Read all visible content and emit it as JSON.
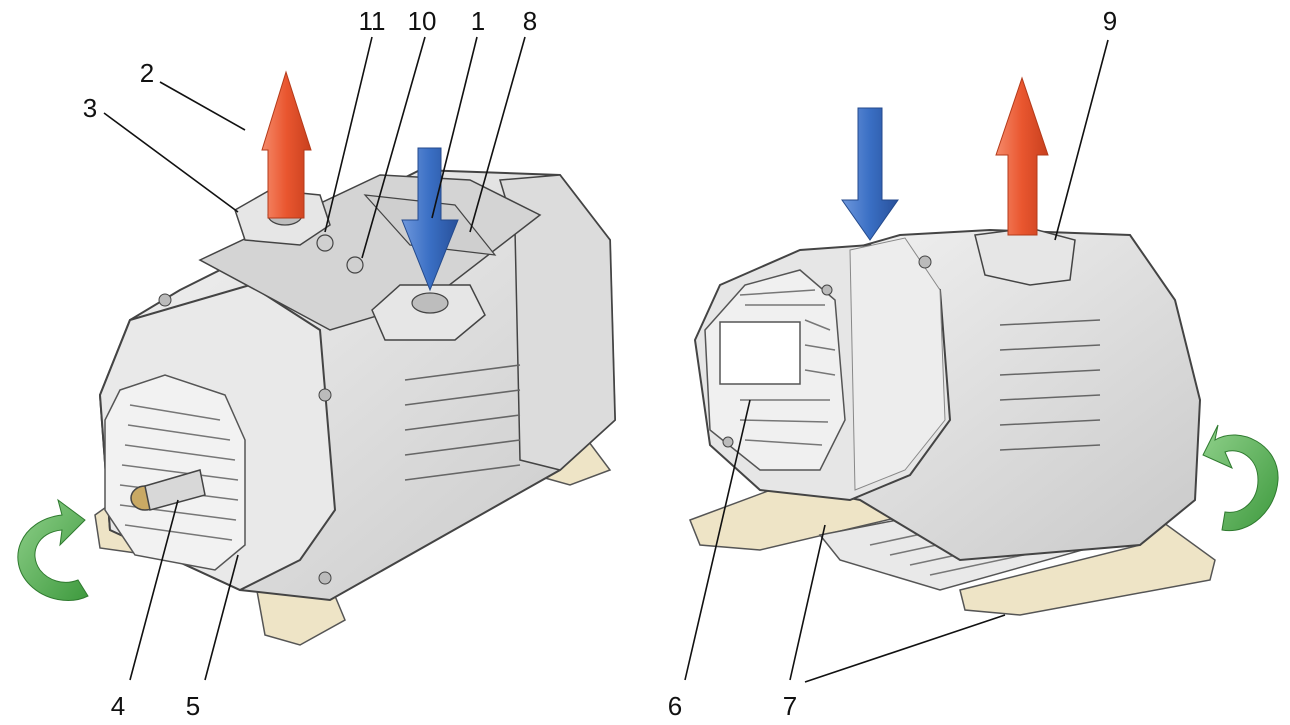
{
  "colors": {
    "outlet_arrow": "#f0603c",
    "inlet_arrow": "#3a6fc4",
    "rotation_arrow": "#5cb85c",
    "housing": "#e2e2e2",
    "feet": "#eee4c6"
  },
  "callouts": {
    "c1": "1",
    "c2": "2",
    "c3": "3",
    "c4": "4",
    "c5": "5",
    "c6": "6",
    "c7": "7",
    "c8": "8",
    "c9": "9",
    "c10": "10",
    "c11": "11"
  },
  "icons": [
    "outlet-arrow-icon",
    "inlet-arrow-icon",
    "rotation-arrow-icon"
  ]
}
